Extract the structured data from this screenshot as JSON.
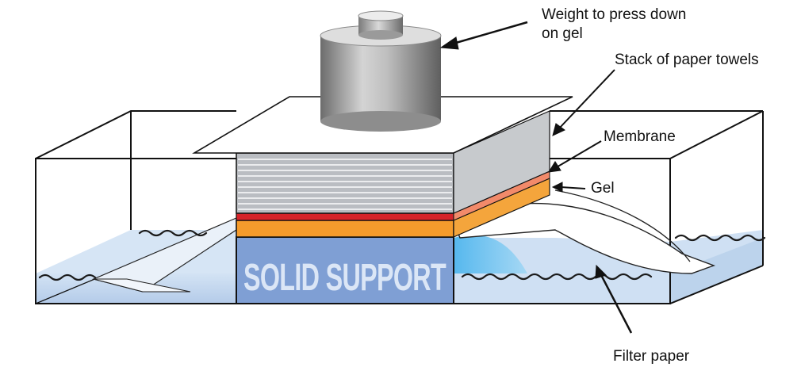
{
  "labels": {
    "weight_line1": "Weight to press down",
    "weight_line2": "on gel",
    "towels": "Stack of paper towels",
    "membrane": "Membrane",
    "gel": "Gel",
    "filter": "Filter paper",
    "support": "SOLID SUPPORT"
  },
  "colors": {
    "buffer": "#c4d8ef",
    "buffer_light": "#dbe8f6",
    "support": "#7d9fd6",
    "gel": "#f39a2b",
    "membrane": "#d6232a",
    "membrane_side": "#f28a6a",
    "towel": "#b9bdc2",
    "towel_line": "#e9eaec",
    "weight": "#9a9a9a"
  }
}
